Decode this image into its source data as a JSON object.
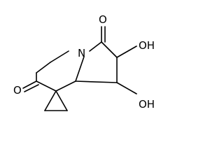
{
  "structure": {
    "atoms": {
      "ketone_o_top": "O",
      "ring_n": "N",
      "hydroxyl_o_upper": "OH",
      "hydroxyl_o_lower": "OH",
      "ketone_o_left": "O"
    }
  }
}
